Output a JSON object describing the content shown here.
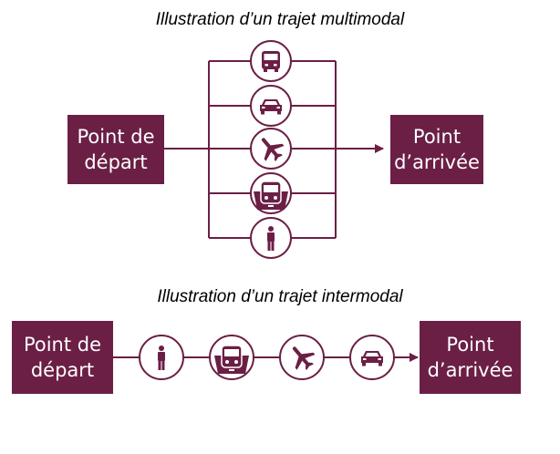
{
  "multimodal": {
    "title": "Illustration d’un trajet multimodal",
    "start_label": "Point de\ndépart",
    "end_label": "Point\nd’arrivée",
    "modes": [
      "bus",
      "car",
      "plane",
      "train",
      "walk"
    ]
  },
  "intermodal": {
    "title": "Illustration d’un trajet intermodal",
    "start_label": "Point de\ndépart",
    "end_label": "Point\nd’arrivée",
    "modes": [
      "walk",
      "train",
      "plane",
      "car"
    ]
  },
  "colors": {
    "primary": "#6b1f45",
    "background": "#ffffff"
  }
}
